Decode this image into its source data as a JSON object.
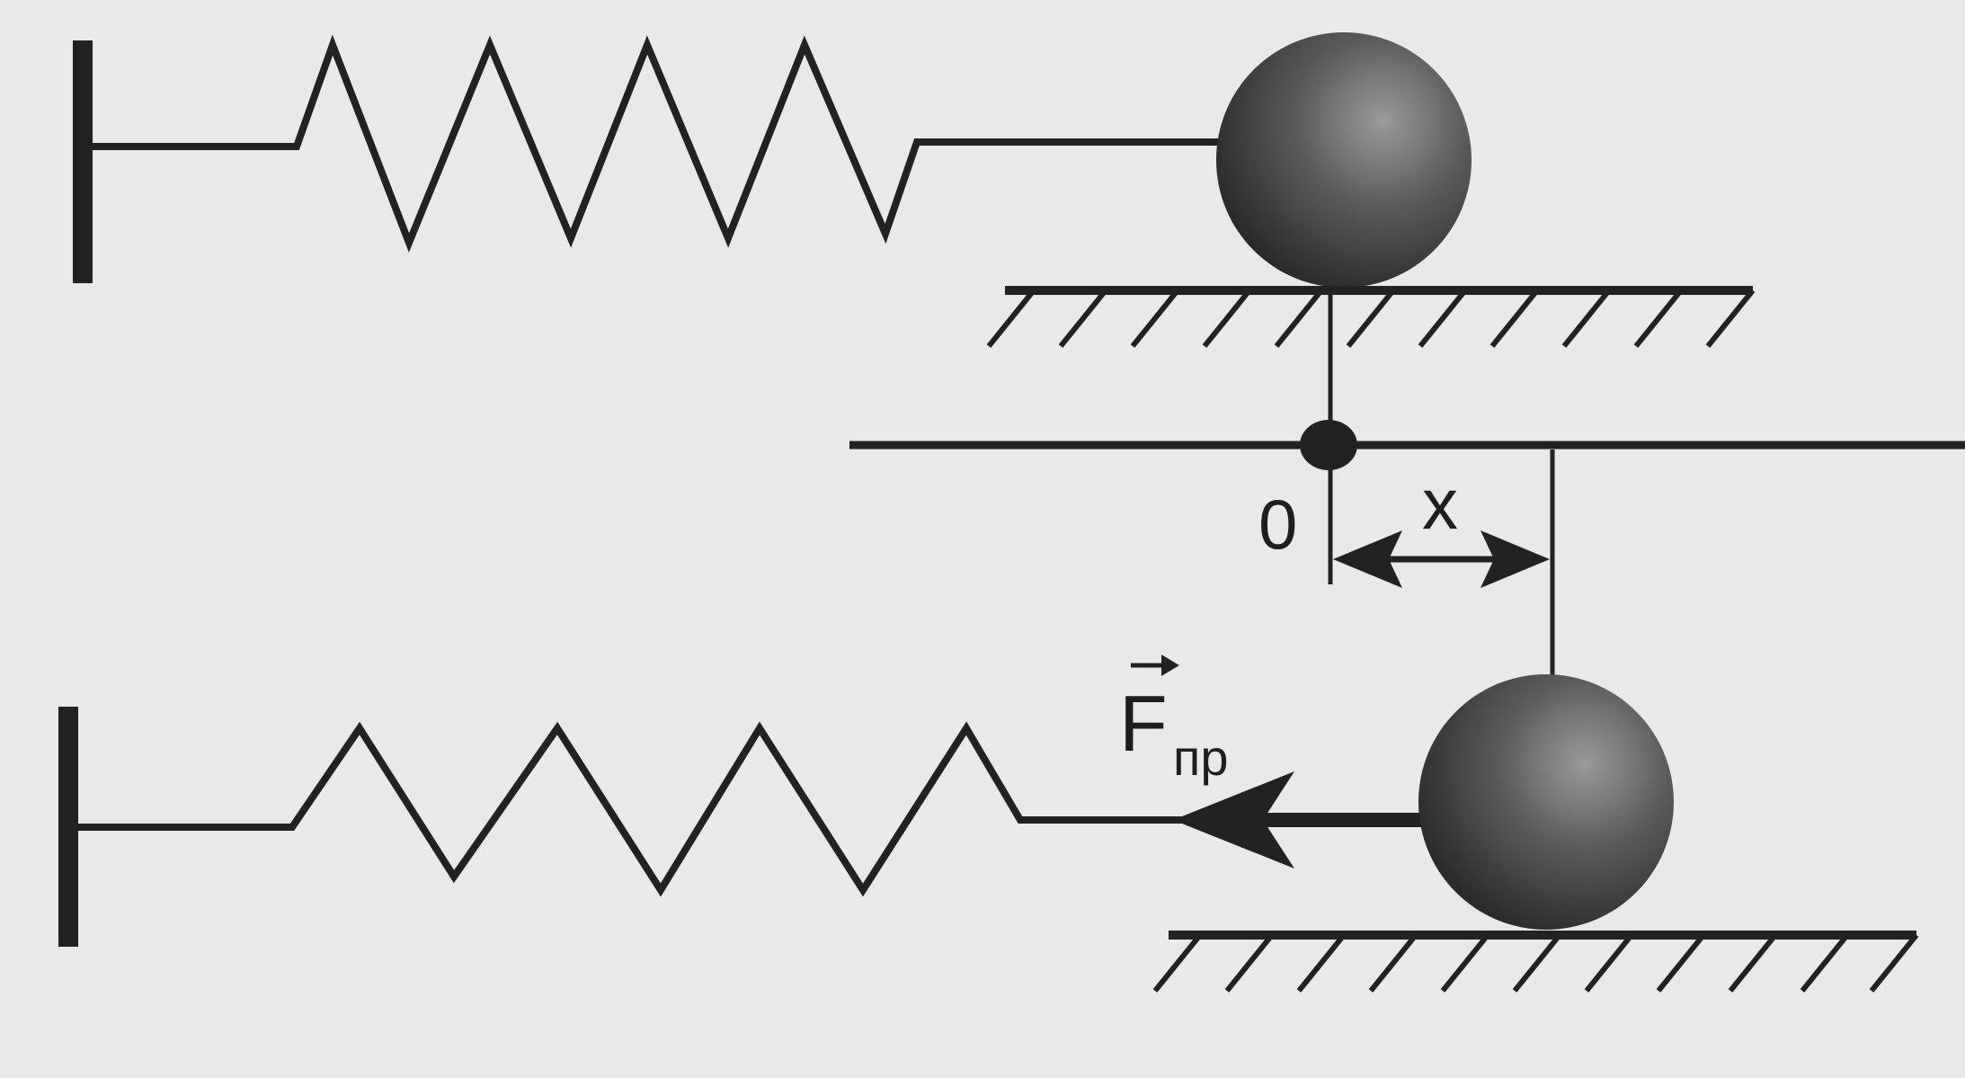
{
  "colors": {
    "background": "#e9e9e9",
    "ink": "#222222",
    "ball_light": "#8a8a8a",
    "ball_dark": "#2a2a2a"
  },
  "labels": {
    "origin": "0",
    "displacement": "x",
    "force_main": "F",
    "force_subscript": "пр"
  }
}
